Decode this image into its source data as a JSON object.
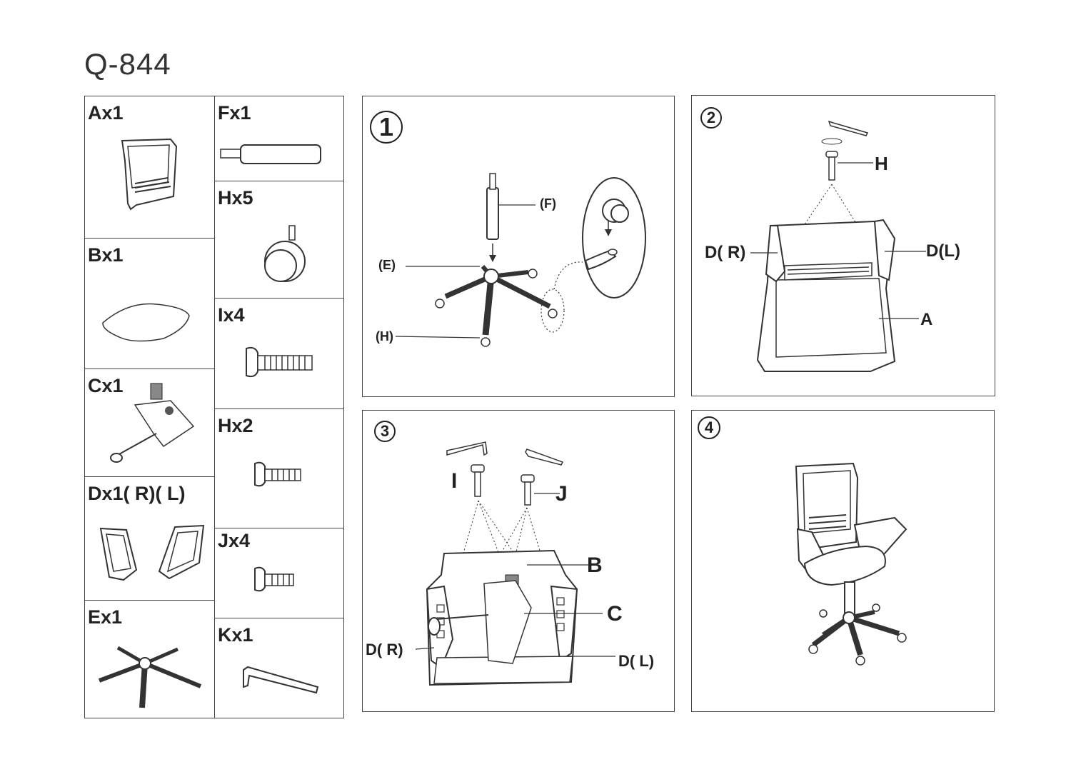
{
  "title": "Q-844",
  "parts": {
    "A": "Ax1",
    "B": "Bx1",
    "C": "Cx1",
    "D": "Dx1( R)( L)",
    "E": "Ex1",
    "F": "Fx1",
    "H5": "Hx5",
    "I": "Ix4",
    "H2": "Hx2",
    "J": "Jx4",
    "K": "Kx1"
  },
  "steps": {
    "s1": {
      "num": "1",
      "f": "(F)",
      "e": "(E)",
      "h": "(H)"
    },
    "s2": {
      "num": "2",
      "h": "H",
      "dr": "D( R)",
      "dl": "D(L)",
      "a": "A"
    },
    "s3": {
      "num": "3",
      "i": "I",
      "j": "J",
      "b": "B",
      "c": "C",
      "dr": "D(  R)",
      "dl": "D( L)"
    },
    "s4": {
      "num": "4"
    }
  }
}
